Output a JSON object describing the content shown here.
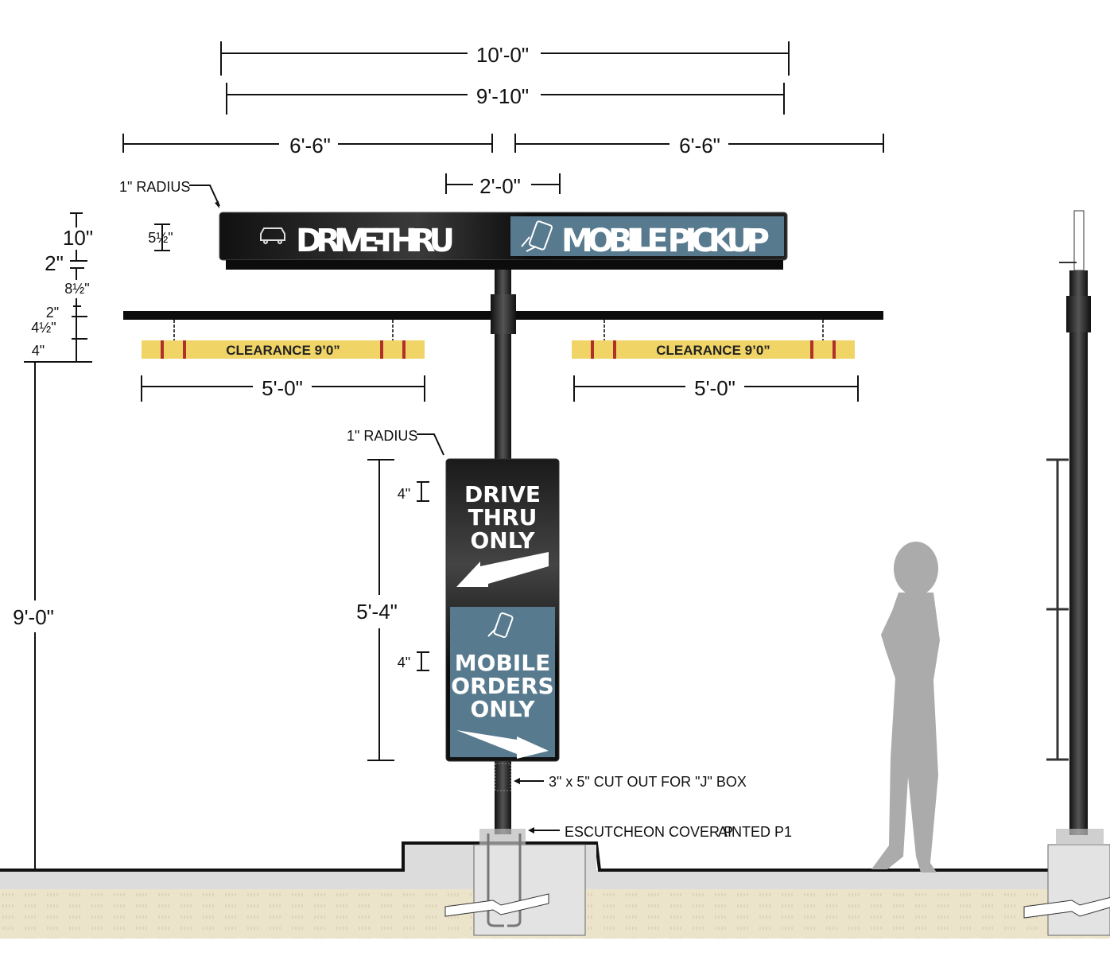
{
  "dimensions": {
    "overall_width": "10'-0\"",
    "sign_width": "9'-10\"",
    "left_arm": "6'-6\"",
    "right_arm": "6'-6\"",
    "post_span": "2'-0\"",
    "top_radius": "1\" RADIUS",
    "lower_radius": "1\" RADIUS",
    "sign_height": "10\"",
    "gap_2": "2\"",
    "gap_8_5": "8½\"",
    "gap_2b": "2\"",
    "gap_4_5": "4½\"",
    "gap_4": "4\"",
    "letter_height": "5½\"",
    "clearance_bar_left": "5'-0\"",
    "clearance_bar_right": "5'-0\"",
    "overall_height": "9'-0\"",
    "lower_sign_height": "5'-4\"",
    "text_height_1": "4\"",
    "text_height_2": "4\""
  },
  "top_sign": {
    "left_label": "DRIVE-THRU",
    "left_icon": "car-icon",
    "right_label": "MOBILE PICKUP",
    "right_icon": "phone-hand-icon"
  },
  "clearance_bars": {
    "left_label": "CLEARANCE 9’0”",
    "right_label": "CLEARANCE 9’0”"
  },
  "lower_sign": {
    "top_lines": [
      "DRIVE",
      "THRU",
      "ONLY"
    ],
    "bottom_lines": [
      "MOBILE",
      "ORDERS",
      "ONLY"
    ]
  },
  "callouts": {
    "j_box": "3\" x 5\" CUT OUT FOR \"J\" BOX",
    "escutcheon": "ESCUTCHEON  COVER P",
    "escutcheon_cont": "AINTED P1"
  },
  "colors": {
    "blue_panel": "#587a8e",
    "clearance_yellow": "#f0d466",
    "clearance_red": "#b0302a",
    "soil": "#ece3cb",
    "concrete": "#d9d9d9",
    "silhouette": "#ababab"
  }
}
